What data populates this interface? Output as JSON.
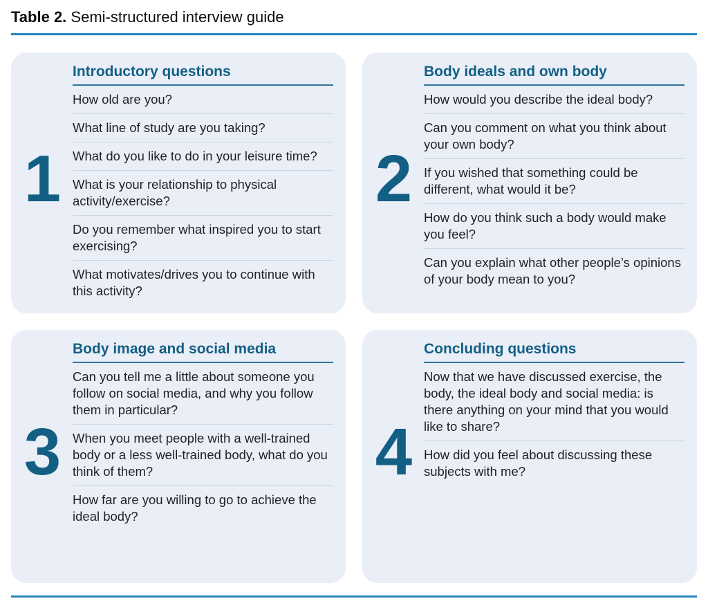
{
  "title": {
    "label": "Table 2.",
    "text": "Semi-structured interview guide"
  },
  "colors": {
    "accent": "#135f84",
    "heading_rule": "#2f7499",
    "rule": "#2484bc",
    "panel_bg": "#e9eef7",
    "divider": "#cbd6e2",
    "text": "#1e2227"
  },
  "panels": [
    {
      "number": "1",
      "heading": "Introductory questions",
      "questions": [
        "How old are you?",
        "What line of study are you taking?",
        "What do you like to do in your leisure time?",
        "What is your relationship to physical activity/exercise?",
        "Do you remember what inspired you to start exercising?",
        "What motivates/drives you to continue with this activity?"
      ]
    },
    {
      "number": "2",
      "heading": "Body ideals and own body",
      "questions": [
        "How would you describe the ideal body?",
        "Can you comment on what you think about your own body?",
        "If you wished that something could be different, what would it be?",
        "How do you think such a body would make you feel?",
        "Can you explain what other people’s opinions of your body mean to you?"
      ]
    },
    {
      "number": "3",
      "heading": "Body image and social media",
      "questions": [
        "Can you tell me a little about someone you follow on social media, and why you follow them in particular?",
        "When you meet people with a well-trained body or a less well-trained body, what do you think of them?",
        "How far are you willing to go to achieve the ideal body?"
      ]
    },
    {
      "number": "4",
      "heading": "Concluding questions",
      "questions": [
        "Now that we have discussed exercise, the body, the ideal body and social media: is there anything on your mind that you would like to share?",
        "How did you feel about discussing these subjects with me?"
      ]
    }
  ]
}
